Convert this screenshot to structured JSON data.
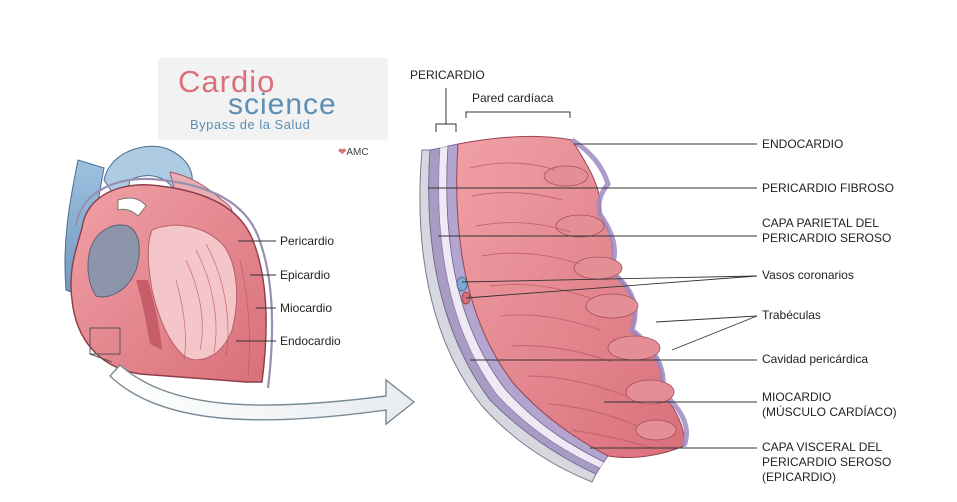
{
  "logo": {
    "word_top": "Cardio",
    "word_bottom": "science",
    "tagline": "Bypass de la Salud",
    "credit": "AMC"
  },
  "left_labels": [
    "Pericardio",
    "Epicardio",
    "Miocardio",
    "Endocardio"
  ],
  "top_labels": {
    "pericardio": "PERICARDIO",
    "pared": "Pared cardíaca"
  },
  "right_labels": {
    "endocardio": [
      "ENDOCARDIO"
    ],
    "pericardio_fibroso": [
      "PERICARDIO FIBROSO"
    ],
    "capa_parietal": [
      "CAPA PARIETAL DEL",
      "PERICARDIO SEROSO"
    ],
    "vasos": [
      "Vasos coronarios"
    ],
    "trabeculas": [
      "Trabéculas"
    ],
    "cavidad": [
      "Cavidad pericárdica"
    ],
    "miocardio": [
      "MIOCARDIO",
      "(MÚSCULO CARDÍACO)"
    ],
    "capa_visceral": [
      "CAPA VISCERAL DEL",
      "PERICARDIO SEROSO",
      "(EPICARDIO)"
    ]
  },
  "colors": {
    "muscle": "#e8828a",
    "muscle_dark": "#c85a66",
    "pericardium": "#b9a7cc",
    "fibrous": "#c9c9d6",
    "vessel_blue": "#7ea9cf",
    "lines": "#333333",
    "logo_pink": "#d9707a",
    "logo_blue": "#5c8fb3"
  }
}
